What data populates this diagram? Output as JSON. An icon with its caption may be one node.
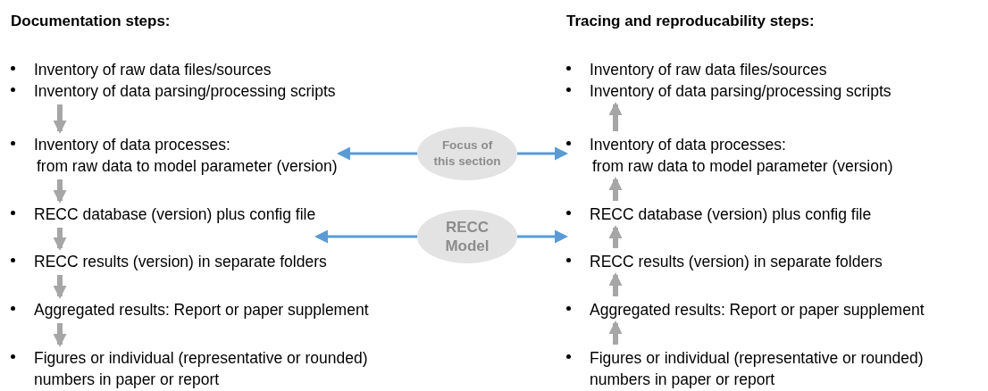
{
  "diagram": {
    "nodes": [
      {
        "text": [
          "Inventory of raw data files/sources"
        ]
      },
      {
        "text": [
          "Inventory of data parsing/processing scripts"
        ]
      },
      {
        "text": [
          "Inventory of data processes:",
          "from raw data to model parameter (version)"
        ]
      },
      {
        "text": [
          "RECC database (version) plus config file"
        ]
      },
      {
        "text": [
          "RECC results (version) in separate folders"
        ]
      },
      {
        "text": [
          "Aggregated results: Report or paper supplement"
        ]
      },
      {
        "text": [
          "Figures or individual (representative or rounded) numbers in paper or report"
        ]
      },
      {
        "text": [
          "Focus of this section"
        ]
      },
      {
        "text": [
          "RECC Model"
        ]
      },
      {
        "text": [
          "Inventory of raw data files/sources"
        ]
      },
      {
        "text": [
          "Inventory of data parsing/processing scripts"
        ]
      },
      {
        "text": [
          "Inventory of data processes:",
          "from raw data to model parameter (version)"
        ]
      },
      {
        "text": [
          "RECC database (version) plus config file"
        ]
      },
      {
        "text": [
          "RECC results (version) in separate folders"
        ]
      },
      {
        "text": [
          "Aggregated results: Report or paper supplement"
        ]
      },
      {
        "text": [
          "Figures or individual (representative or rounded) numbers in paper or report"
        ]
      }
    ],
    "edges": [
      {
        "from": 1,
        "to": 2,
        "arrow": "to"
      },
      {
        "from": 2,
        "to": 3,
        "arrow": "to"
      },
      {
        "from": 3,
        "to": 4,
        "arrow": "to"
      },
      {
        "from": 4,
        "to": 5,
        "arrow": "to"
      },
      {
        "from": 5,
        "to": 6,
        "arrow": "to"
      },
      {
        "from": 11,
        "to": 10,
        "arrow": "to"
      },
      {
        "from": 12,
        "to": 11,
        "arrow": "to"
      },
      {
        "from": 13,
        "to": 12,
        "arrow": "to"
      },
      {
        "from": 14,
        "to": 13,
        "arrow": "to"
      },
      {
        "from": 15,
        "to": 14,
        "arrow": "to"
      },
      {
        "from": 7,
        "to": 2,
        "arrow": "to",
        "color": "#5b9bd5"
      },
      {
        "from": 7,
        "to": 11,
        "arrow": "to",
        "color": "#5b9bd5"
      },
      {
        "from": 8,
        "to": 3,
        "arrow": "to",
        "color": "#5b9bd5"
      },
      {
        "from": 8,
        "to": 12,
        "arrow": "to",
        "color": "#5b9bd5"
      }
    ],
    "labels": [
      "Documentation steps:",
      "Tracing and reproducability steps:"
    ]
  }
}
